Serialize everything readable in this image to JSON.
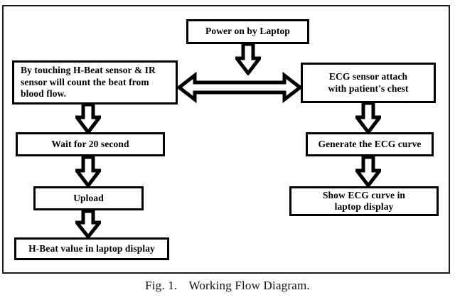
{
  "figure": {
    "caption_label": "Fig. 1.",
    "caption_text": "Working Flow Diagram.",
    "frame_color": "#1a1a1a",
    "box_border_color": "#000000",
    "background_color": "#ffffff"
  },
  "diagram": {
    "type": "flowchart",
    "orientation": "top-down, two parallel branches",
    "nodes": [
      {
        "id": "power-on",
        "label": "Power on by Laptop",
        "role": "start"
      },
      {
        "id": "hbeat-sense",
        "label": "By touching H-Beat sensor & IR sensor will count the beat from blood flow.",
        "role": "process-left"
      },
      {
        "id": "ecg-attach",
        "label": "ECG sensor attach\nwith patient's chest",
        "role": "process-right"
      },
      {
        "id": "wait",
        "label": "Wait for 20 second",
        "role": "process-left"
      },
      {
        "id": "generate",
        "label": "Generate the ECG curve",
        "role": "process-right"
      },
      {
        "id": "upload",
        "label": "Upload",
        "role": "process-left"
      },
      {
        "id": "show-ecg",
        "label": "Show ECG curve in\nlaptop display",
        "role": "terminal-right"
      },
      {
        "id": "hbeat-value",
        "label": "H-Beat value in laptop display",
        "role": "terminal-left"
      }
    ],
    "connectors": [
      {
        "id": "power-to-bus",
        "from": "power-on",
        "to": "branch-bus",
        "style": "block-arrow-down",
        "direction": "down"
      },
      {
        "id": "bidirectional",
        "from": "hbeat-sense",
        "to": "ecg-attach",
        "style": "block-arrow-double",
        "direction": "both"
      },
      {
        "id": "hbeat-to-wait",
        "from": "hbeat-sense",
        "to": "wait",
        "style": "block-arrow-down",
        "direction": "down"
      },
      {
        "id": "ecg-to-generate",
        "from": "ecg-attach",
        "to": "generate",
        "style": "block-arrow-down",
        "direction": "down"
      },
      {
        "id": "wait-to-upload",
        "from": "wait",
        "to": "upload",
        "style": "block-arrow-down",
        "direction": "down"
      },
      {
        "id": "generate-to-show",
        "from": "generate",
        "to": "show-ecg",
        "style": "block-arrow-down",
        "direction": "down"
      },
      {
        "id": "upload-to-value",
        "from": "upload",
        "to": "hbeat-value",
        "style": "block-arrow-down",
        "direction": "down"
      }
    ]
  }
}
